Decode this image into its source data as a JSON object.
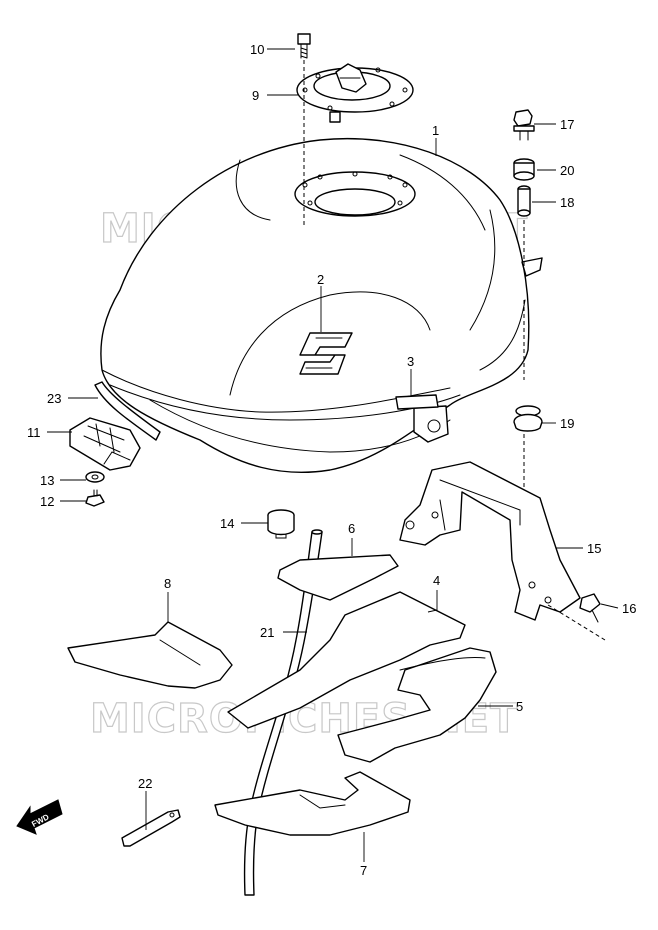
{
  "watermark": "MICROFICHES.NET",
  "fwd_label": "FWD",
  "colors": {
    "line": "#000000",
    "background": "#ffffff",
    "watermark": "#c8c8c8"
  },
  "callouts": [
    {
      "id": "c1",
      "label": "1"
    },
    {
      "id": "c2",
      "label": "2"
    },
    {
      "id": "c3",
      "label": "3"
    },
    {
      "id": "c4",
      "label": "4"
    },
    {
      "id": "c5",
      "label": "5"
    },
    {
      "id": "c6",
      "label": "6"
    },
    {
      "id": "c7",
      "label": "7"
    },
    {
      "id": "c8",
      "label": "8"
    },
    {
      "id": "c9",
      "label": "9"
    },
    {
      "id": "c10",
      "label": "10"
    },
    {
      "id": "c11",
      "label": "11"
    },
    {
      "id": "c12",
      "label": "12"
    },
    {
      "id": "c13",
      "label": "13"
    },
    {
      "id": "c14",
      "label": "14"
    },
    {
      "id": "c15",
      "label": "15"
    },
    {
      "id": "c16",
      "label": "16"
    },
    {
      "id": "c17",
      "label": "17"
    },
    {
      "id": "c18",
      "label": "18"
    },
    {
      "id": "c19",
      "label": "19"
    },
    {
      "id": "c20",
      "label": "20"
    },
    {
      "id": "c21",
      "label": "21"
    },
    {
      "id": "c22",
      "label": "22"
    },
    {
      "id": "c23",
      "label": "23"
    }
  ]
}
